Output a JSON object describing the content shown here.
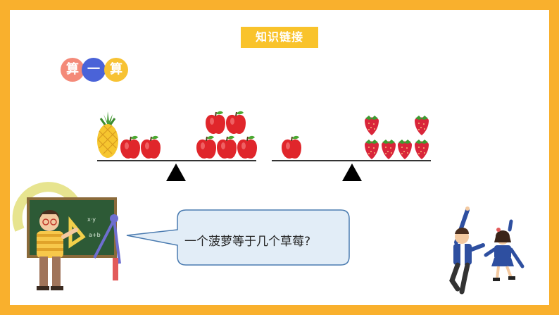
{
  "slide": {
    "title": "知识链接",
    "badge": [
      "算",
      "一",
      "算"
    ],
    "question": "一个菠萝等于几个草莓?"
  },
  "colors": {
    "frame": "#F9B02D",
    "title_bg": "#F9C32B",
    "apple": "#E0262B",
    "strawberry": "#D9253A",
    "pineapple": "#F6C62F"
  },
  "scales": [
    {
      "left": [
        "pineapple",
        "apple",
        "apple"
      ],
      "right": [
        "apple",
        "apple",
        "apple",
        "apple",
        "apple"
      ]
    },
    {
      "left": [
        "apple"
      ],
      "right": [
        "strawberry",
        "strawberry",
        "strawberry",
        "strawberry",
        "strawberry",
        "strawberry"
      ]
    }
  ]
}
